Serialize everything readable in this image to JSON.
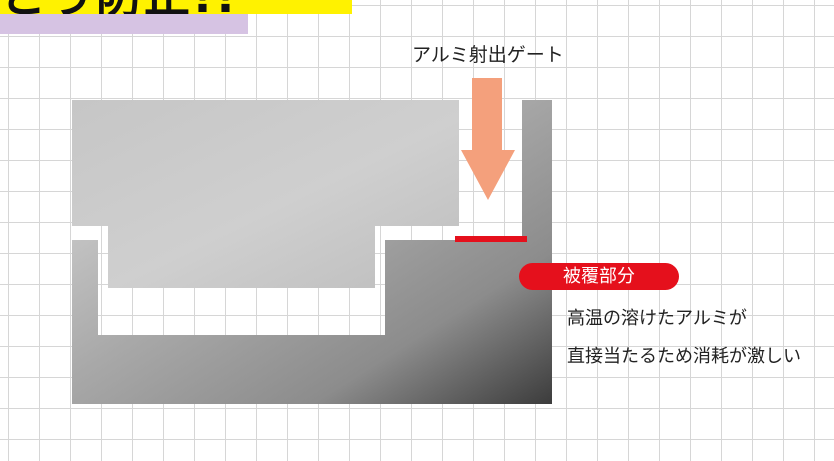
{
  "title": {
    "text": "とう防止!!"
  },
  "diagram": {
    "gate_label": "アルミ射出ゲート",
    "coating_badge": "被覆部分",
    "description": [
      "高温の溶けたアルミが",
      "直接当たるため消耗が激しい"
    ]
  },
  "colors": {
    "arrow": "#f4a07c",
    "coating_line": "#e5101c",
    "badge": "#e5101c",
    "title_bg": "#fff200",
    "banner_accent": "#d6c3e3",
    "grid": "#d6d6d6"
  }
}
